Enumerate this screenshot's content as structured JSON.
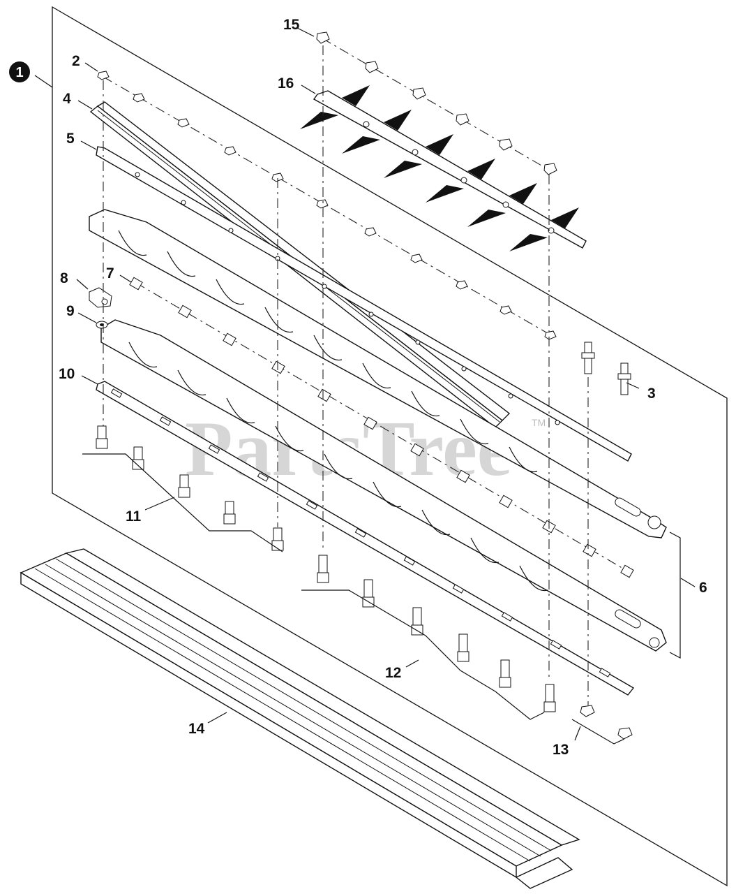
{
  "callouts": {
    "main": "1",
    "c2": "2",
    "c3": "3",
    "c4": "4",
    "c5": "5",
    "c6": "6",
    "c7": "7",
    "c8": "8",
    "c9": "9",
    "c10": "10",
    "c11": "11",
    "c12": "12",
    "c13": "13",
    "c14": "14",
    "c15": "15",
    "c16": "16"
  },
  "watermark": {
    "text": "PartsTree",
    "trademark": "TM"
  }
}
